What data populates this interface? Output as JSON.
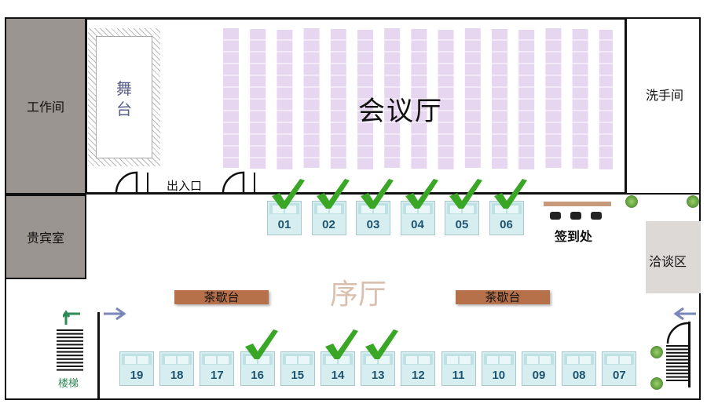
{
  "rooms": {
    "workroom": "工作间",
    "vip_room": "贵宾室",
    "stage": "舞台",
    "conference_hall": "会议厅",
    "restroom": "洗手间",
    "negotiation_area": "洽谈区",
    "lobby": "序厅",
    "entrance": "出入口",
    "signin": "签到处",
    "stairs": "楼梯"
  },
  "tea_counters": [
    "茶歇台",
    "茶歇台"
  ],
  "booths_top": [
    {
      "num": "01",
      "checked": true
    },
    {
      "num": "02",
      "checked": true
    },
    {
      "num": "03",
      "checked": true
    },
    {
      "num": "04",
      "checked": true
    },
    {
      "num": "05",
      "checked": true
    },
    {
      "num": "06",
      "checked": true
    }
  ],
  "booths_bottom": [
    {
      "num": "19",
      "checked": false
    },
    {
      "num": "18",
      "checked": false
    },
    {
      "num": "17",
      "checked": false
    },
    {
      "num": "16",
      "checked": true
    },
    {
      "num": "15",
      "checked": false
    },
    {
      "num": "14",
      "checked": true
    },
    {
      "num": "13",
      "checked": true
    },
    {
      "num": "12",
      "checked": false
    },
    {
      "num": "11",
      "checked": false
    },
    {
      "num": "10",
      "checked": false
    },
    {
      "num": "09",
      "checked": false
    },
    {
      "num": "08",
      "checked": false
    },
    {
      "num": "07",
      "checked": false
    }
  ],
  "colors": {
    "room_gray": "#9b9592",
    "booth": "#d6eef0",
    "seat": "#e6d6f0",
    "check": "#3aa625",
    "tea": "#b6704a",
    "arrow": "#7a86b8",
    "stair_arrow": "#2e8b57"
  },
  "icons": [
    "check-icon",
    "arrow-right-icon",
    "arrow-left-icon",
    "stair-arrow-icon",
    "door-icon",
    "plant-icon"
  ]
}
